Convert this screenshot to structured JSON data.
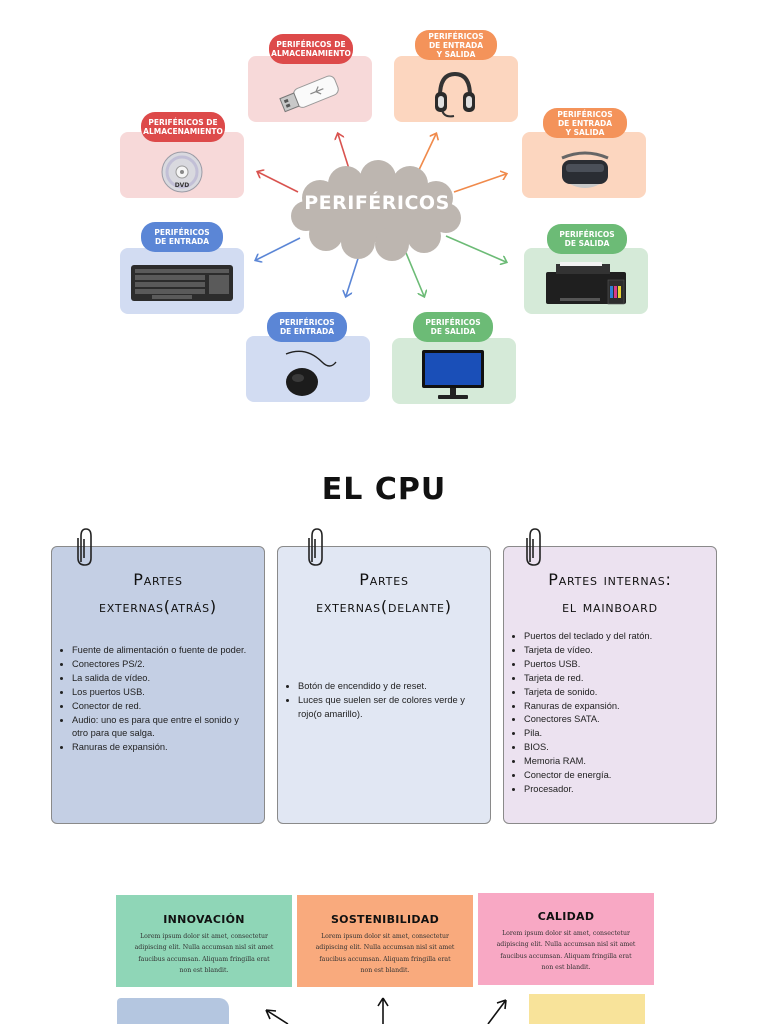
{
  "mindmap": {
    "center": "PERIFÉRICOS",
    "nodes": [
      {
        "label": "PERIFÉRICOS DE ALMACENAMIENTO",
        "icon": "usb-drive-icon"
      },
      {
        "label": "PERIFÉRICOS DE ENTRADA Y SALIDA",
        "icon": "headset-icon"
      },
      {
        "label": "PERIFÉRICOS DE ALMACENAMIENTO",
        "icon": "dvd-disc-icon",
        "disc_text": "DVD"
      },
      {
        "label": "PERIFÉRICOS DE ENTRADA Y SALIDA",
        "icon": "vr-headset-icon"
      },
      {
        "label": "PERIFÉRICOS DE ENTRADA",
        "icon": "keyboard-icon"
      },
      {
        "label": "PERIFÉRICOS DE SALIDA",
        "icon": "printer-icon"
      },
      {
        "label": "PERIFÉRICOS DE ENTRADA",
        "icon": "mouse-icon"
      },
      {
        "label": "PERIFÉRICOS DE SALIDA",
        "icon": "monitor-icon"
      }
    ],
    "colors": {
      "storage": "#dd4a4a",
      "io": "#f4935a",
      "input": "#5b86d6",
      "output": "#6cbb76",
      "cloud": "#bdb6b0"
    }
  },
  "cpu": {
    "title": "EL CPU",
    "panels": [
      {
        "title_line1": "Partes",
        "title_line2": "externas(atrás)",
        "items": [
          "Fuente de alimentación o fuente de poder.",
          "Conectores PS/2.",
          "La salida de vídeo.",
          "Los puertos USB.",
          "Conector de red.",
          "Audio: uno es para que entre el sonido y otro para que salga.",
          "Ranuras de expansión."
        ]
      },
      {
        "title_line1": "Partes",
        "title_line2": "externas(delante)",
        "items": [
          "Botón de encendido y de reset.",
          "Luces que suelen ser de colores verde y rojo(o amarillo)."
        ]
      },
      {
        "title_line1": "Partes internas:",
        "title_line2": "el mainboard",
        "items": [
          "Puertos del teclado y del ratón.",
          "Tarjeta de vídeo.",
          "Puertos USB.",
          "Tarjeta de red.",
          "Tarjeta de sonido.",
          "Ranuras de expansión.",
          "Conectores SATA.",
          "Pila.",
          "BIOS.",
          "Memoria RAM.",
          "Conector de energía.",
          "Procesador."
        ]
      }
    ]
  },
  "notes": [
    {
      "title": "INNOVACIÓN",
      "body": "Lorem ipsum dolor sit amet, consectetur adipiscing elit. Nulla accumsan nisl sit amet faucibus accumsan. Aliquam fringilla erat non est blandit."
    },
    {
      "title": "SOSTENIBILIDAD",
      "body": "Lorem ipsum dolor sit amet, consectetur adipiscing elit. Nulla accumsan nisl sit amet faucibus accumsan. Aliquam fringilla erat non est blandit."
    },
    {
      "title": "CALIDAD",
      "body": "Lorem ipsum dolor sit amet, consectetur adipiscing elit. Nulla accumsan nisl sit amet faucibus accumsan. Aliquam fringilla erat non est blandit."
    }
  ]
}
